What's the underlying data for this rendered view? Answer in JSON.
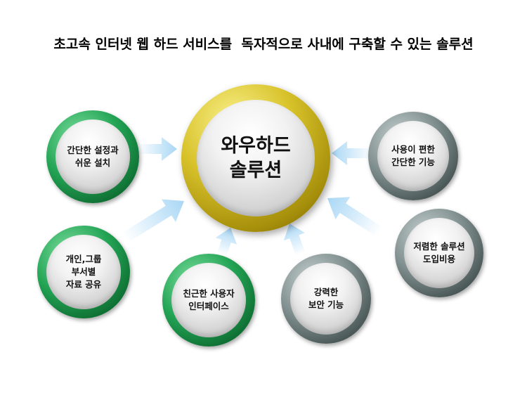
{
  "headline": "초고속 인터넷 웹 하드 서비스를  독자적으로 사내에 구축할 수 있는 솔루션",
  "center": {
    "label": "와우하드\n솔루션"
  },
  "features": [
    {
      "id": "easy-setup",
      "label": "간단한 설정과\n쉬운 설치",
      "ring": "green"
    },
    {
      "id": "group-share",
      "label": "개인,그룹\n부서별\n자료 공유",
      "ring": "green"
    },
    {
      "id": "friendly-ui",
      "label": "친근한 사용자\n인터페이스",
      "ring": "green"
    },
    {
      "id": "strong-security",
      "label": "강력한\n보안 기능",
      "ring": "grey"
    },
    {
      "id": "low-cost",
      "label": "저렴한 솔루션\n도입비용",
      "ring": "grey"
    },
    {
      "id": "easy-features",
      "label": "사용이 편한\n간단한 기능",
      "ring": "grey"
    }
  ],
  "colors": {
    "ring_green": "#1f9a4e",
    "ring_grey": "#6f7d7d",
    "ring_gold": "#c8b21e",
    "arrow": "#a9d7f5"
  }
}
